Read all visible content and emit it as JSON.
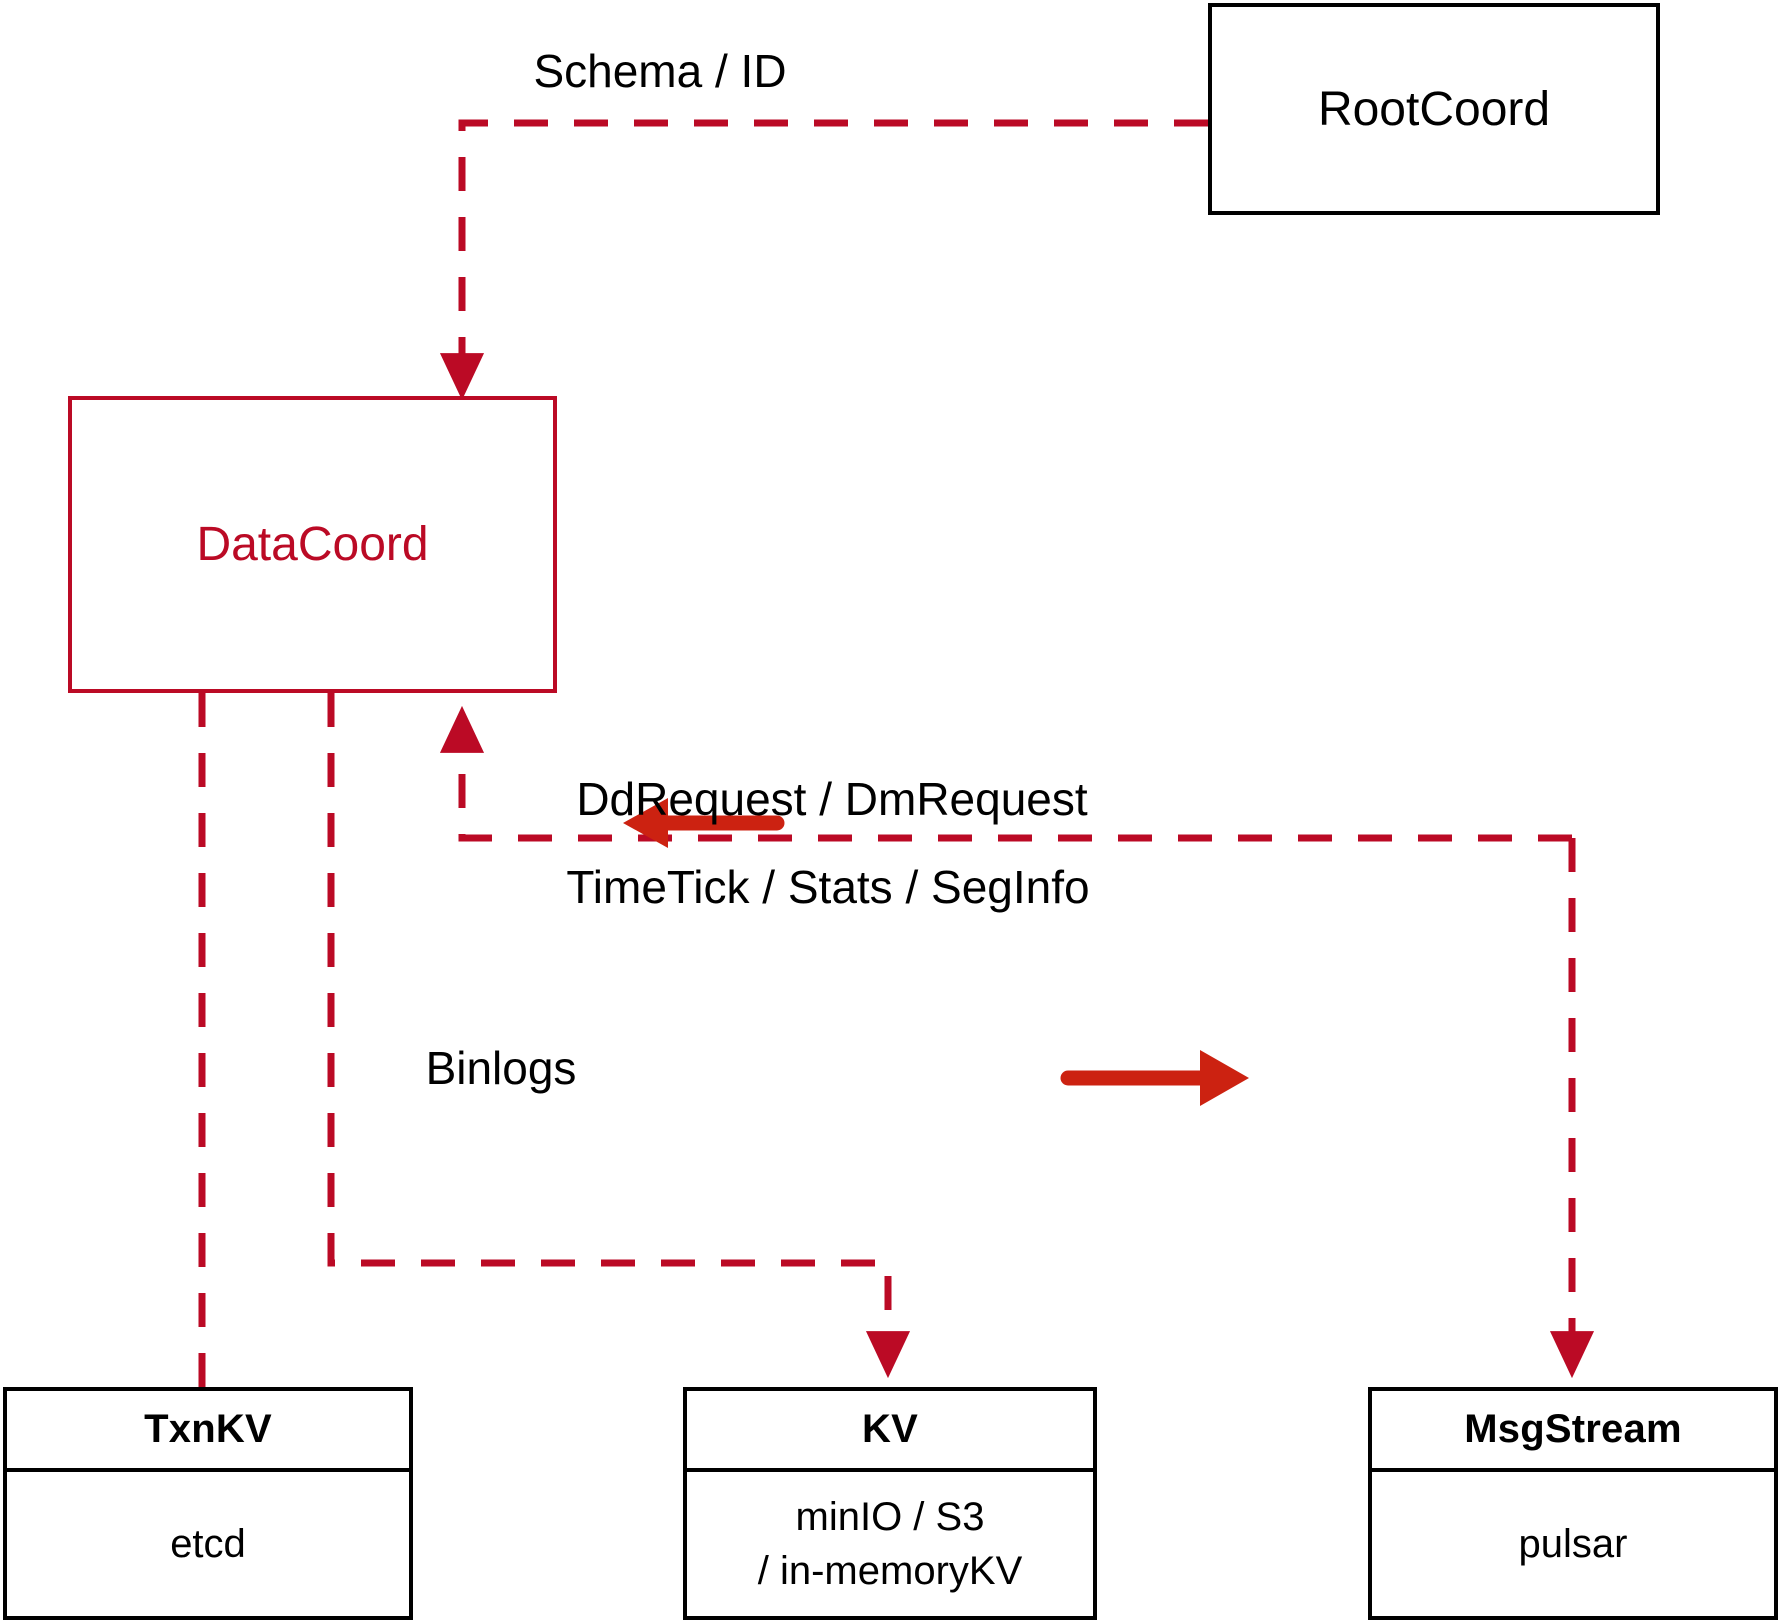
{
  "diagram": {
    "title": "DataCoord component interaction diagram",
    "colors": {
      "dashed_edge": "#bb0a25",
      "solid_arrow": "#cc2211",
      "node_border_black": "#000000",
      "node_border_red": "#bb0a25",
      "highlight_text": "#bb0a25",
      "background": "#ffffff"
    },
    "nodes": {
      "rootcoord": {
        "label": "RootCoord"
      },
      "datacoord": {
        "label": "DataCoord"
      },
      "txnkv": {
        "title": "TxnKV",
        "body": [
          "etcd"
        ]
      },
      "kv": {
        "title": "KV",
        "body": [
          "minIO / S3",
          "/ in-memoryKV"
        ]
      },
      "msgstream": {
        "title": "MsgStream",
        "body": [
          "pulsar"
        ]
      }
    },
    "edge_labels": {
      "schema_id": "Schema / ID",
      "dd_dm_request": "DdRequest / DmRequest",
      "timetick_stats_seginfo": "TimeTick / Stats / SegInfo",
      "binlogs": "Binlogs"
    },
    "edges": [
      {
        "from": "rootcoord",
        "to": "datacoord",
        "label": "Schema / ID",
        "style": "dashed",
        "direction": "to-datacoord"
      },
      {
        "from": "msgstream",
        "to": "datacoord",
        "label": "DdRequest / DmRequest",
        "style": "dashed",
        "direction": "inbound"
      },
      {
        "from": "datacoord",
        "to": "msgstream",
        "label": "TimeTick / Stats / SegInfo",
        "style": "dashed",
        "direction": "outbound"
      },
      {
        "from": "datacoord",
        "to": "kv",
        "label": "Binlogs",
        "style": "dashed",
        "direction": "to-kv"
      },
      {
        "from": "datacoord",
        "to": "txnkv",
        "label": "",
        "style": "dashed",
        "direction": "to-txnkv"
      }
    ]
  }
}
